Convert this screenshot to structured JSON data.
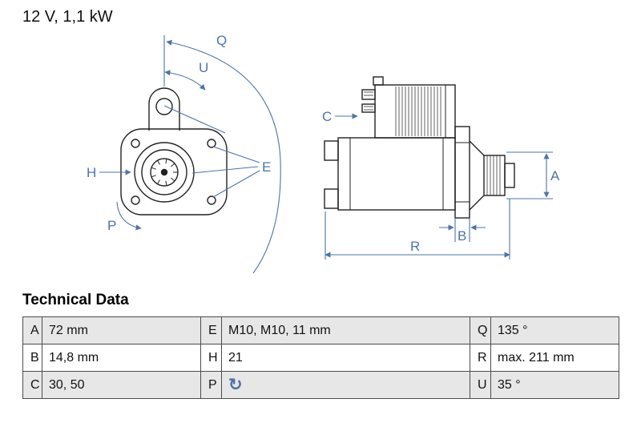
{
  "header": {
    "title": "12 V, 1,1 kW"
  },
  "diagram": {
    "labels": {
      "q": "Q",
      "u": "U",
      "h": "H",
      "e": "E",
      "p": "P",
      "c": "C",
      "a": "A",
      "b": "B",
      "r": "R"
    }
  },
  "technical": {
    "heading": "Technical Data",
    "rows": [
      {
        "cells": [
          {
            "k": "A",
            "v": "72 mm"
          },
          {
            "k": "E",
            "v": "M10, M10, 11 mm"
          },
          {
            "k": "Q",
            "v": "135 °"
          }
        ]
      },
      {
        "cells": [
          {
            "k": "B",
            "v": "14,8 mm"
          },
          {
            "k": "H",
            "v": "21"
          },
          {
            "k": "R",
            "v": "max. 211 mm"
          }
        ]
      },
      {
        "cells": [
          {
            "k": "C",
            "v": "30, 50"
          },
          {
            "k": "P",
            "v": "",
            "icon": "↻"
          },
          {
            "k": "U",
            "v": "35 °"
          }
        ]
      }
    ]
  },
  "colors": {
    "dimension_blue": "#4f74a4",
    "line_dark": "#222222",
    "row_shade": "#e7e7e7"
  }
}
